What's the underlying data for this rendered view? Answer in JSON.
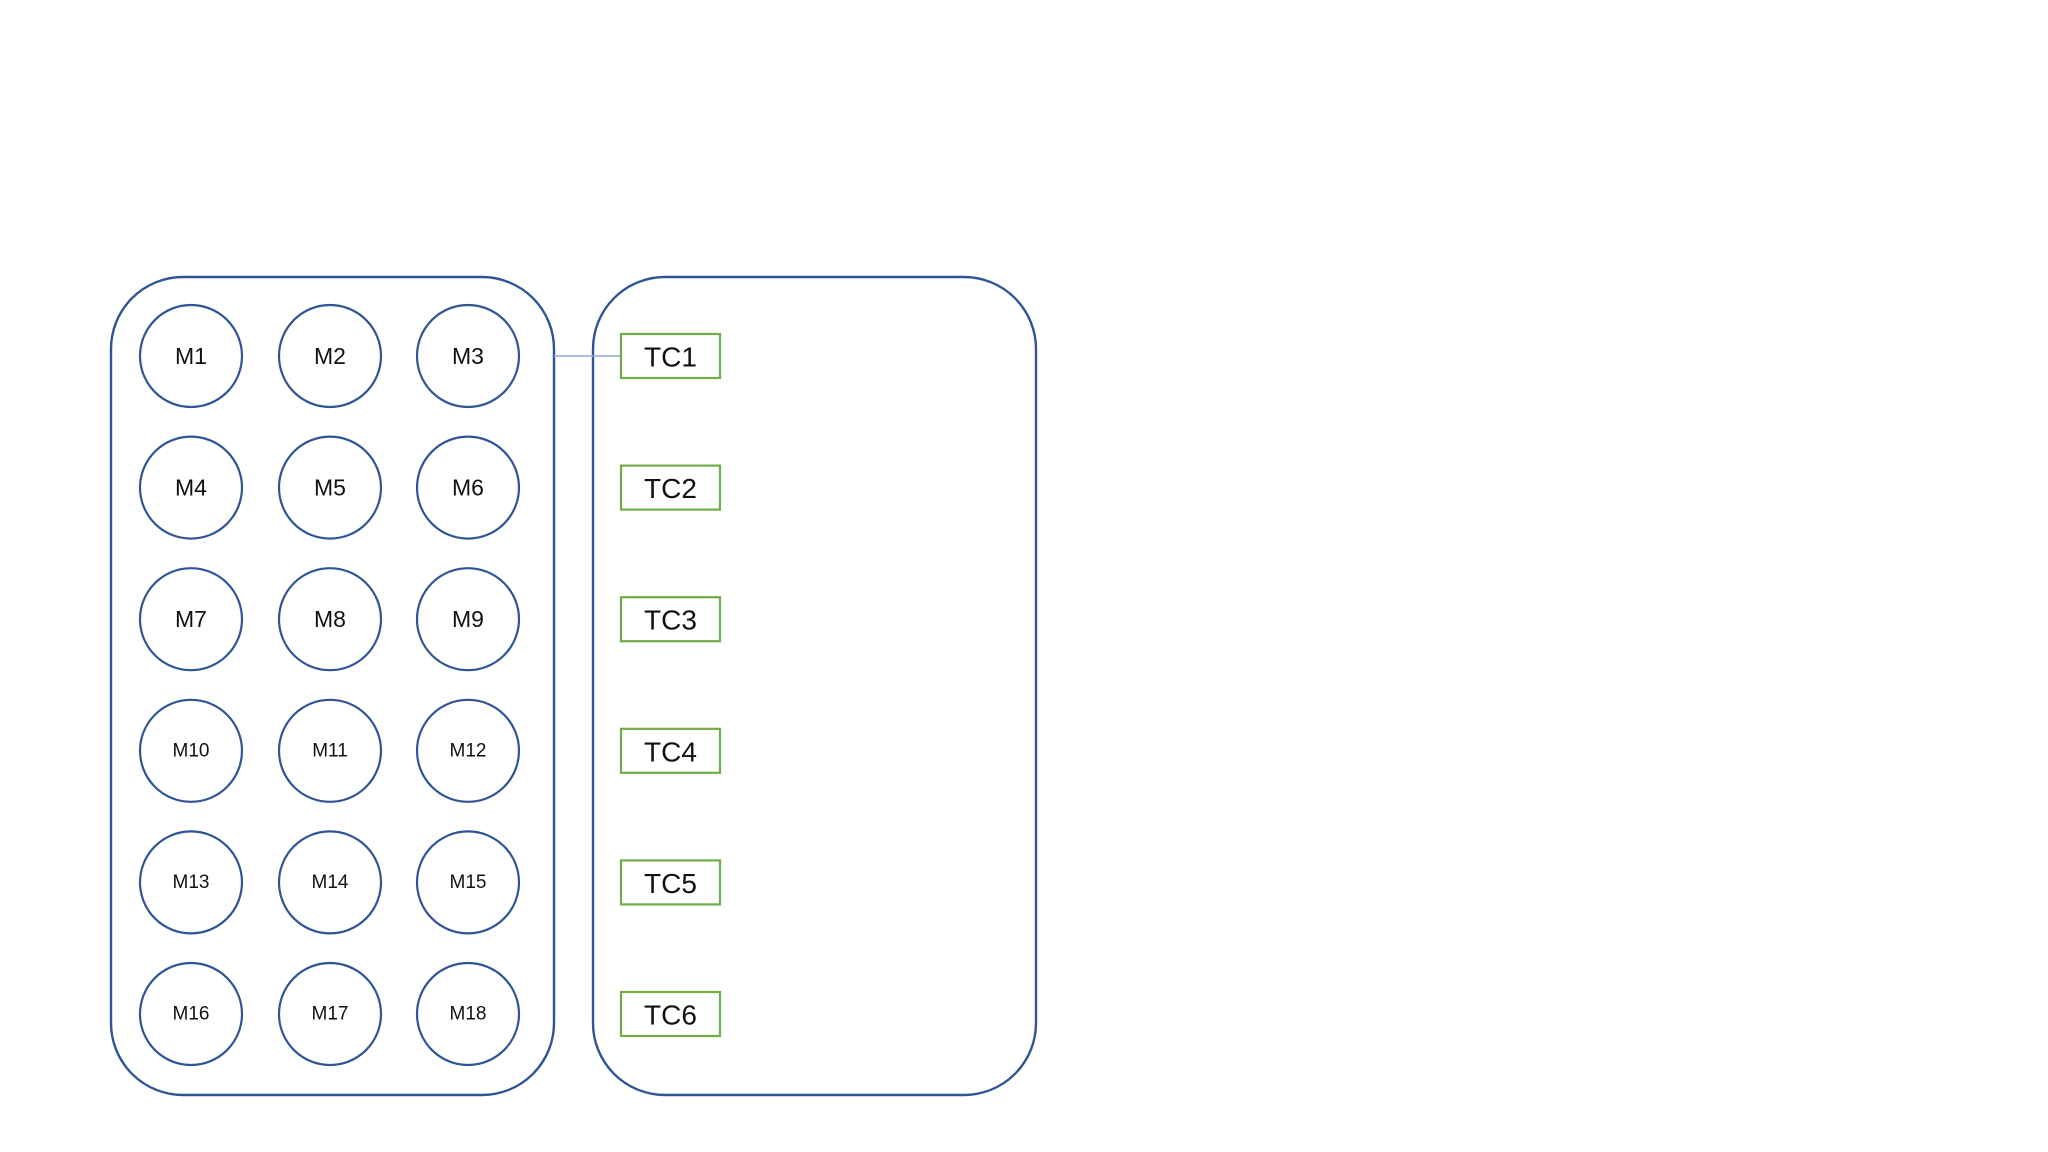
{
  "diagram": {
    "module_labels": [
      "M1",
      "M2",
      "M3",
      "M4",
      "M5",
      "M6",
      "M7",
      "M8",
      "M9",
      "M10",
      "M11",
      "M12",
      "M13",
      "M14",
      "M15",
      "M16",
      "M17",
      "M18"
    ],
    "tc_labels": [
      "TC1",
      "TC2",
      "TC3",
      "TC4",
      "TC5",
      "TC6"
    ],
    "connections": [
      {
        "from": "left-panel",
        "to": "TC1"
      }
    ],
    "colors": {
      "panel_stroke": "#2f5597",
      "module_stroke": "#2f5597",
      "tc_stroke": "#70ad47",
      "connector_stroke": "#8eaadb",
      "text": "#111111",
      "background": "#ffffff"
    }
  }
}
